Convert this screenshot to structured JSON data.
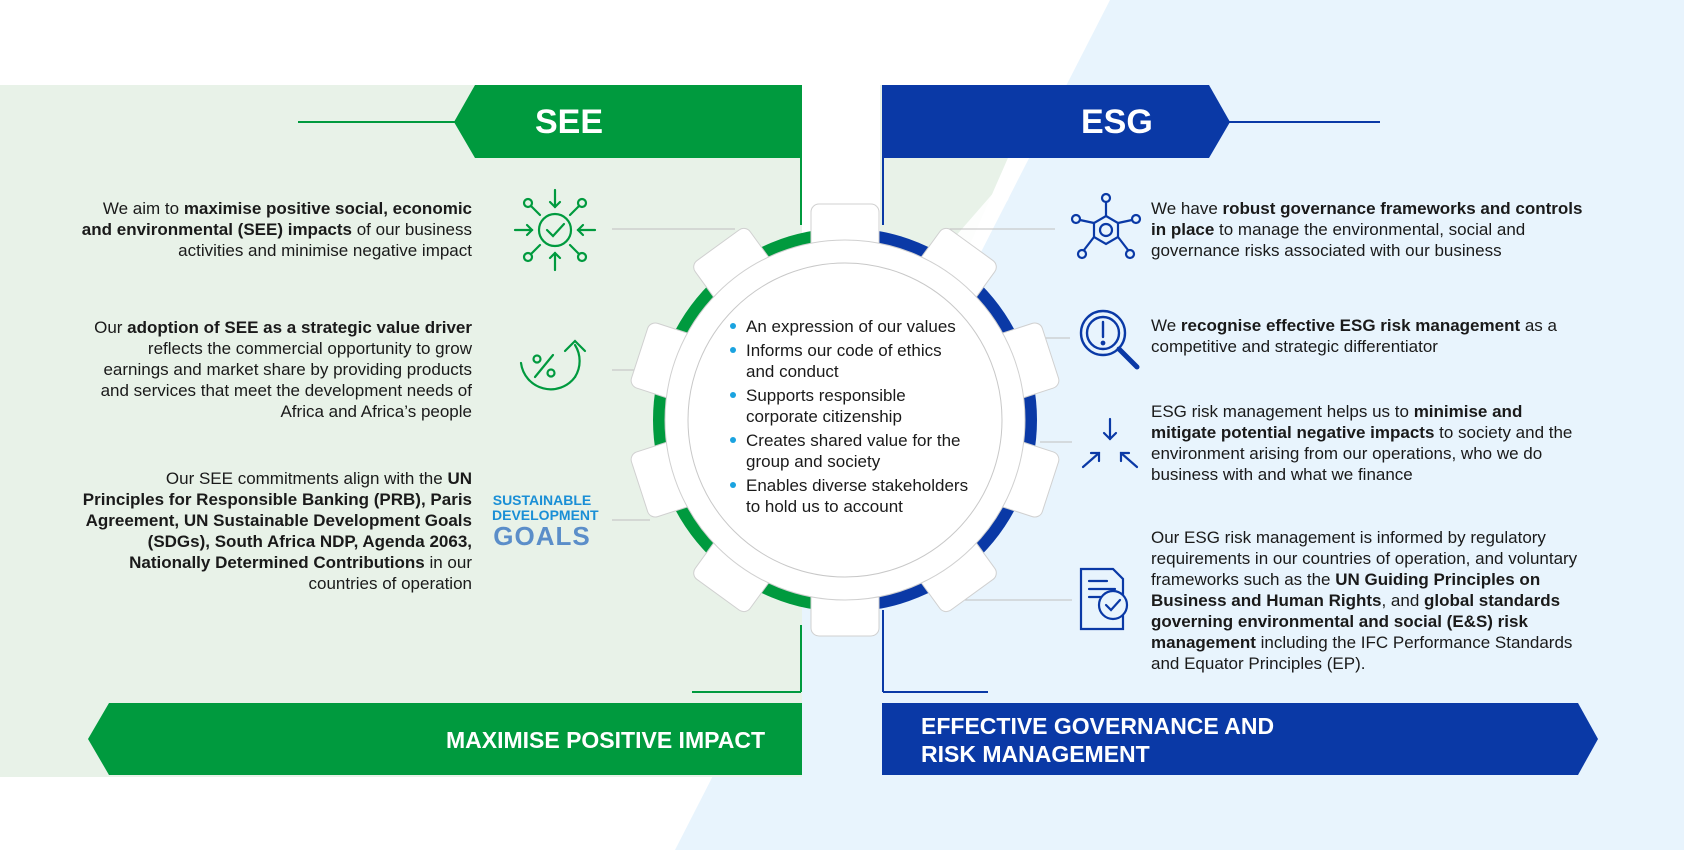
{
  "colors": {
    "see_green": "#009a3e",
    "esg_blue": "#0a39a6",
    "bg_green": "#e8f2e8",
    "bg_blue": "#e8f4fd",
    "bullet": "#1aa3e0"
  },
  "see": {
    "title": "SEE",
    "bottom_banner": "MAXIMISE POSITIVE IMPACT",
    "statements": [
      {
        "parts": [
          {
            "t": "We aim to ",
            "b": false
          },
          {
            "t": "maximise positive social, economic and environmental (SEE) impacts",
            "b": true
          },
          {
            "t": " of our business activities and minimise negative impact",
            "b": false
          }
        ],
        "icon": "target-check-icon"
      },
      {
        "parts": [
          {
            "t": "Our ",
            "b": false
          },
          {
            "t": "adoption of SEE as a strategic value driver",
            "b": true
          },
          {
            "t": " reflects the commercial opportunity to grow earnings and market share by providing products and services that meet the development needs of Africa and Africa’s people",
            "b": false
          }
        ],
        "icon": "percent-growth-icon"
      },
      {
        "parts": [
          {
            "t": "Our SEE commitments align with the ",
            "b": false
          },
          {
            "t": "UN Principles for Responsible Banking (PRB), Paris Agreement, UN Sustainable Development Goals (SDGs), South Africa NDP, Agenda 2063, Nationally Determined Contributions",
            "b": true
          },
          {
            "t": " in our countries of operation",
            "b": false
          }
        ],
        "icon": "sdg-logo"
      }
    ],
    "sdg_logo": {
      "line1": "SUSTAINABLE",
      "line2": "DEVELOPMENT",
      "line3": "GOALS"
    }
  },
  "esg": {
    "title": "ESG",
    "bottom_banner_line1": "EFFECTIVE GOVERNANCE AND",
    "bottom_banner_line2": "RISK MANAGEMENT",
    "statements": [
      {
        "parts": [
          {
            "t": "We have ",
            "b": false
          },
          {
            "t": "robust governance frameworks and controls in place",
            "b": true
          },
          {
            "t": " to manage the environmental, social and governance risks associated with our business",
            "b": false
          }
        ],
        "icon": "network-gear-icon"
      },
      {
        "parts": [
          {
            "t": "We ",
            "b": false
          },
          {
            "t": "recognise effective ESG risk management",
            "b": true
          },
          {
            "t": " as a competitive and strategic differentiator",
            "b": false
          }
        ],
        "icon": "magnifier-alert-icon"
      },
      {
        "parts": [
          {
            "t": "ESG risk management helps us to ",
            "b": false
          },
          {
            "t": "minimise and mitigate potential negative impacts",
            "b": true
          },
          {
            "t": " to society and the environment arising from our operations, who we do business with and what we finance",
            "b": false
          }
        ],
        "icon": "converging-arrows-icon"
      },
      {
        "parts": [
          {
            "t": "Our ESG risk management is informed by regulatory requirements in our countries of operation, and voluntary frameworks such as the ",
            "b": false
          },
          {
            "t": "UN Guiding Principles on Business and Human Rights",
            "b": true
          },
          {
            "t": ", and ",
            "b": false
          },
          {
            "t": "global standards governing environmental and social (E&S) risk management",
            "b": true
          },
          {
            "t": " including the IFC Performance Standards and Equator Principles (EP).",
            "b": false
          }
        ],
        "icon": "document-check-icon"
      }
    ]
  },
  "center": {
    "bullets": [
      "An expression of our values",
      "Informs our code of ethics and conduct",
      "Supports responsible corporate citizenship",
      "Creates shared value for the group and society",
      "Enables diverse stakeholders to hold us to account"
    ]
  }
}
